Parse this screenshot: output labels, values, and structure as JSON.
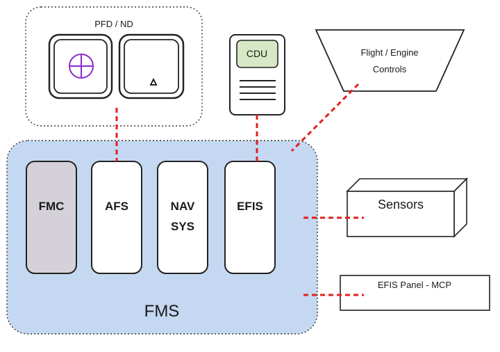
{
  "pfd_nd": {
    "label": "PFD / ND"
  },
  "cdu": {
    "label": "CDU"
  },
  "flight_engine_controls": {
    "line1": "Flight / Engine",
    "line2": "Controls"
  },
  "fms": {
    "label": "FMS",
    "modules": [
      {
        "line1": "FMC",
        "line2": ""
      },
      {
        "line1": "AFS",
        "line2": ""
      },
      {
        "line1": "NAV",
        "line2": "SYS"
      },
      {
        "line1": "EFIS",
        "line2": ""
      }
    ]
  },
  "sensors": {
    "label": "Sensors"
  },
  "efis_panel": {
    "label": "EFIS Panel - MCP"
  },
  "colors": {
    "fms_fill": "#c5d8f2",
    "fmc_fill": "#d4d2d8",
    "cdu_screen": "#d6e8c5",
    "connector": "#e0211b",
    "crosshair": "#8a2ad0"
  },
  "icons": [
    "crosshair-icon",
    "triangle-icon"
  ]
}
